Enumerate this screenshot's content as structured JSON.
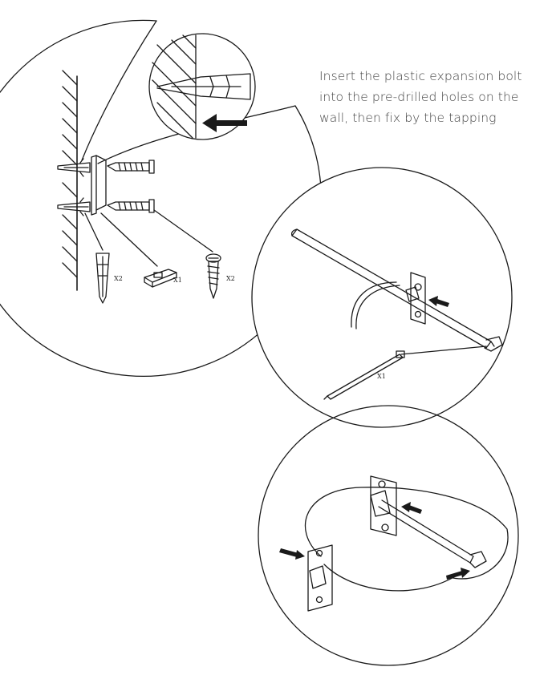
{
  "instruction": {
    "lines": [
      "Insert the plastic expansion bolt",
      "into the pre-drilled holes on the",
      "wall, then fix by the tapping"
    ]
  },
  "step1": {
    "anchor_qty": "X2",
    "clip_qty": "X1",
    "screw_qty": "X2"
  },
  "step2": {
    "cable_tie_qty": "X1"
  },
  "colors": {
    "line": "#1a1a1a",
    "text": "#444444",
    "background": "#ffffff"
  }
}
